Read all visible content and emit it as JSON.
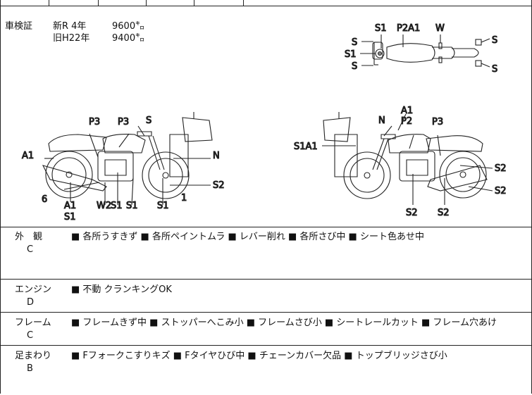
{
  "odometer": {
    "label": "車検証",
    "new_line": "新R 4年",
    "new_km": "9600㌔",
    "old_line": "旧H22年",
    "old_km": "9400㌔"
  },
  "top_view": {
    "labels": [
      "S1",
      "P2A1",
      "W",
      "S",
      "S1",
      "S",
      "S",
      "S"
    ]
  },
  "left_side": {
    "labels": [
      "P3",
      "P3",
      "S",
      "A1",
      "N",
      "6",
      "A1",
      "S1",
      "W2",
      "S1",
      "S1",
      "S1",
      "1",
      "S2"
    ]
  },
  "right_side": {
    "labels": [
      "A1",
      "N",
      "P2",
      "P3",
      "S1A1",
      "S2",
      "S2",
      "S2",
      "S2"
    ]
  },
  "sections": [
    {
      "label": "外　観",
      "grade": "C",
      "items": "■ 各所うすきず ■ 各所ペイントムラ ■ レバー削れ ■ 各所さび中 ■ シート色あせ中"
    },
    {
      "label": "エンジン",
      "grade": "D",
      "items": "■ 不動 クランキングOK"
    },
    {
      "label": "フレーム",
      "grade": "C",
      "items": "■ フレームきず中 ■ ストッパーへこみ小 ■ フレームさび小 ■ シートレールカット ■ フレーム穴あけ"
    },
    {
      "label": "足まわり",
      "grade": "B",
      "items": "■ Fフォークこすりキズ ■ Fタイヤひび中 ■ チェーンカバー欠品 ■ トップブリッジさび小"
    }
  ]
}
